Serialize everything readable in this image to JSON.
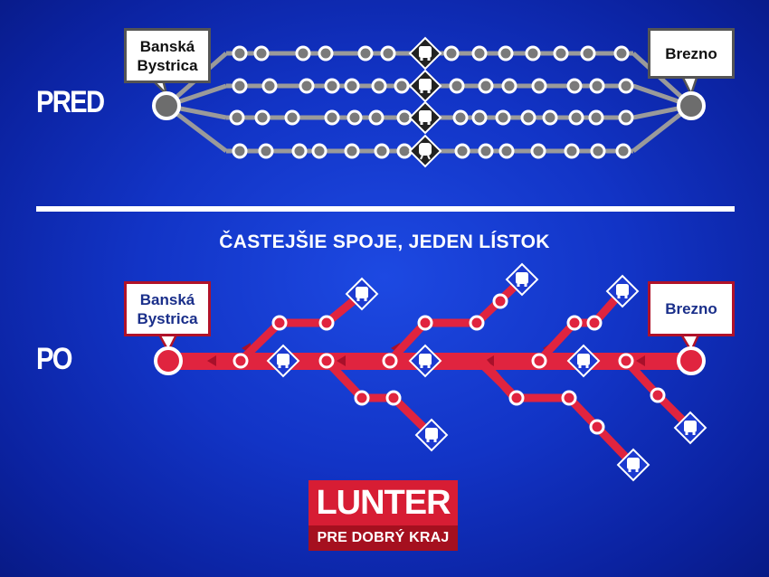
{
  "sections": {
    "before_label": "PRED",
    "after_label": "PO",
    "after_subtitle": "ČASTEJŠIE SPOJE, JEDEN LÍSTOK"
  },
  "cities": {
    "start": {
      "line1": "Banská",
      "line2": "Bystrica"
    },
    "end": {
      "line1": "Brezno"
    }
  },
  "logo": {
    "name": "LUNTER",
    "tagline": "PRE DOBRÝ KRAJ"
  },
  "colors": {
    "background": "#1234c6",
    "before_route": "#9a9a9a",
    "after_route": "#e0243f",
    "logo_red": "#d71d34"
  },
  "icons": {
    "before_route_icons": [
      "bus-icon",
      "bus-icon",
      "bus-icon",
      "train-icon"
    ],
    "after_route_icons": [
      "bus-icon",
      "bus-icon",
      "bus-icon"
    ],
    "branch_icons": [
      "bus-icon",
      "bus-icon",
      "bus-icon",
      "bus-icon",
      "bus-icon",
      "bus-icon",
      "bus-icon"
    ]
  }
}
